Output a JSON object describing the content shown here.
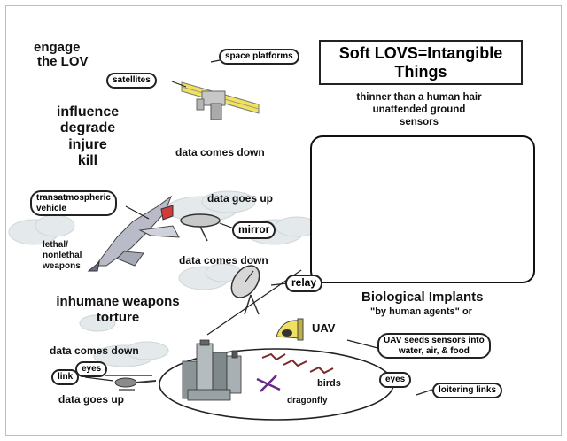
{
  "engage": [
    "engage",
    "the LOV"
  ],
  "effects": [
    "influence",
    "degrade",
    "injure",
    "kill"
  ],
  "tags": {
    "space_platforms": "space platforms",
    "satellites": "satellites",
    "transatmospheric": [
      "transatmospheric",
      "vehicle"
    ],
    "mirror": "mirror",
    "relay": "relay",
    "eyes_left": "eyes",
    "link": "link",
    "uav_seeds": [
      "UAV seeds sensors into",
      "water, air, & food"
    ],
    "eyes_right": "eyes",
    "loitering": "loitering links"
  },
  "title": [
    "Soft LOVS=Intangible",
    "Things"
  ],
  "subtitle": [
    "thinner than a human hair",
    "unattended ground",
    "sensors"
  ],
  "labels": {
    "data_down_top": "data comes down",
    "data_up_mid": "data goes up",
    "data_down_mid": "data comes down",
    "lethal": [
      "lethal/",
      "nonlethal",
      "weapons"
    ],
    "inhumane": [
      "inhumane weapons",
      "torture"
    ],
    "data_down_bottom": "data comes down",
    "data_up_bottom": "data goes up",
    "bio": "Biological Implants",
    "by_agents": "\"by human agents\" or",
    "uav": "UAV",
    "birds": "birds",
    "dragonfly": "dragonfly"
  },
  "colors": {
    "ink": "#111111",
    "cloud": "#e4eaec",
    "uav_body": "#f0e060",
    "screen_mark": "#d43a3a"
  },
  "icons": [
    "satellite-icon",
    "jet-icon",
    "mirror-dish-icon",
    "relay-dish-icon",
    "helicopter-icon",
    "uav-icon",
    "city-icon",
    "bird-icon",
    "dragonfly-icon",
    "person-at-computer-icon"
  ]
}
